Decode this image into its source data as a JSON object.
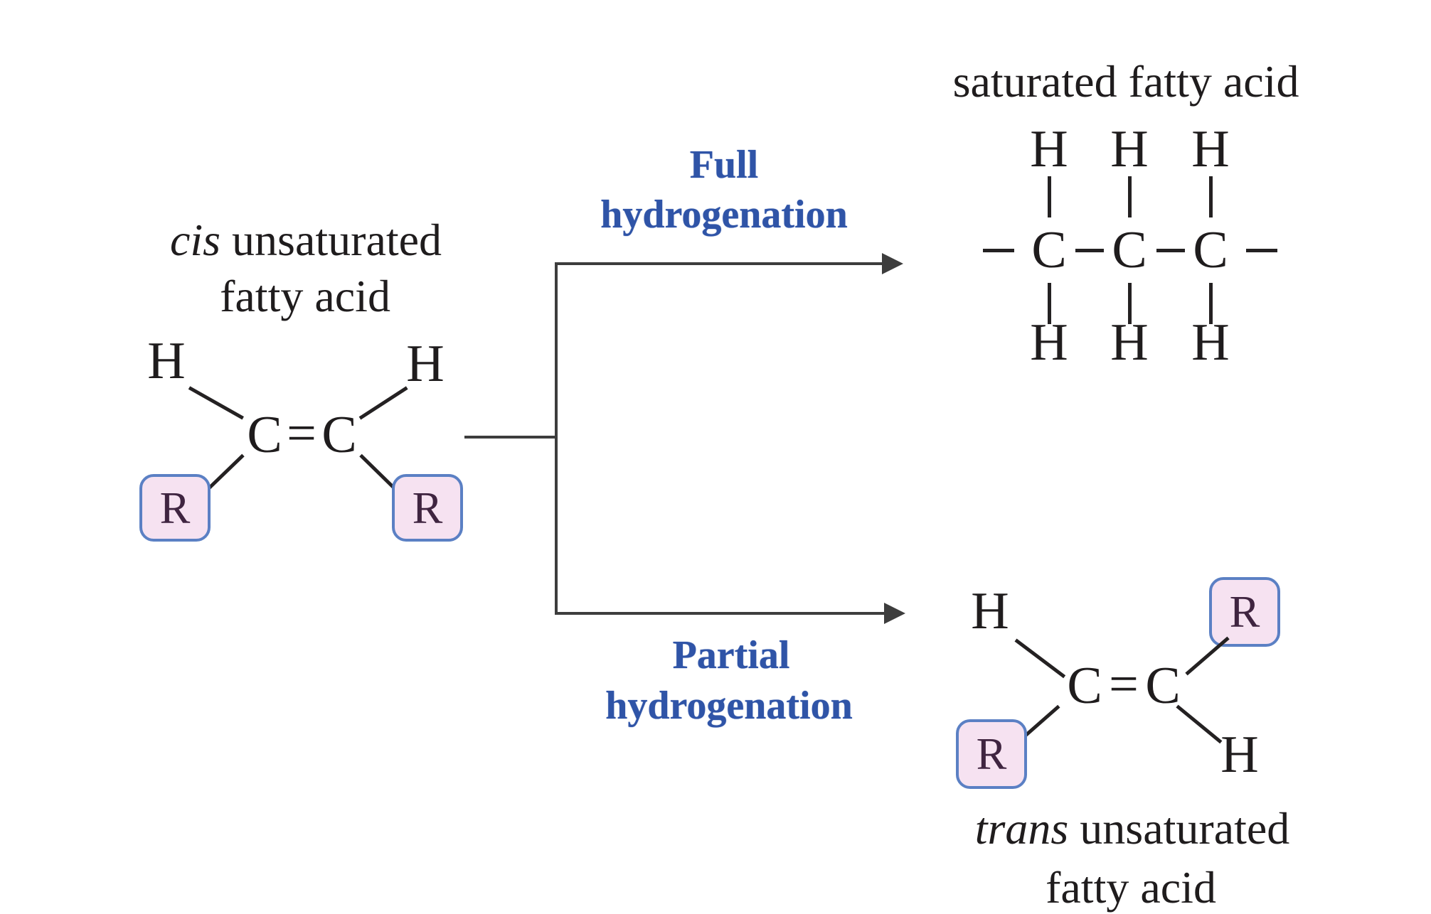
{
  "colors": {
    "background": "#ffffff",
    "text": "#1f1c1d",
    "blue_label": "#2f54a7",
    "bond": "#242122",
    "flow_line": "#3d3d3d",
    "r_box_fill": "#f6e2f1",
    "r_box_border": "#5b80c4",
    "r_text": "#3f2440"
  },
  "cis": {
    "name_italic": "cis",
    "name_rest": "unsaturated",
    "name_line2": "fatty acid",
    "atom_h_top_left": "H",
    "atom_h_top_right": "H",
    "atom_c_left": "C",
    "double_bond": "=",
    "atom_c_right": "C",
    "r_left": "R",
    "r_right": "R"
  },
  "pathways": {
    "full": {
      "line1": "Full",
      "line2": "hydrogenation"
    },
    "partial": {
      "line1": "Partial",
      "line2": "hydrogenation"
    }
  },
  "saturated": {
    "title": "saturated fatty acid",
    "h_top": [
      "H",
      "H",
      "H"
    ],
    "c_row": [
      "C",
      "C",
      "C"
    ],
    "h_bottom": [
      "H",
      "H",
      "H"
    ]
  },
  "trans": {
    "name_italic": "trans",
    "name_rest": "unsaturated",
    "name_line2": "fatty acid",
    "atom_h_top": "H",
    "atom_h_bottom": "H",
    "atom_c_left": "C",
    "double_bond": "=",
    "atom_c_right": "C",
    "r_top": "R",
    "r_bottom": "R"
  }
}
